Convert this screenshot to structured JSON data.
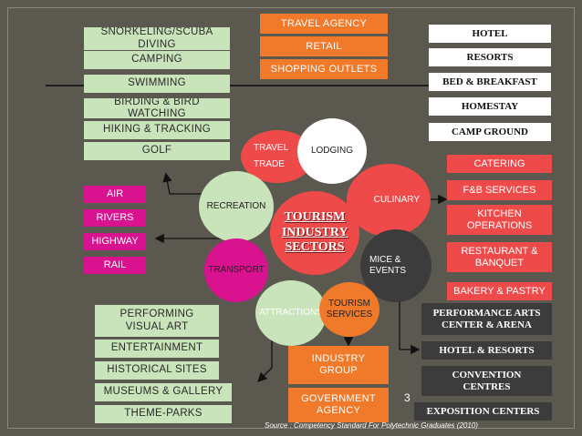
{
  "left_group": [
    "SNORKELING/SCUBA DIVING",
    "CAMPING",
    "SWIMMING",
    "BIRDING & BIRD WATCHING",
    "HIKING & TRACKING",
    "GOLF"
  ],
  "top_center": [
    "TRAVEL AGENCY",
    "RETAIL",
    "SHOPPING OUTLETS"
  ],
  "right_top": [
    "HOTEL",
    "RESORTS",
    "BED & BREAKFAST",
    "HOMESTAY",
    "CAMP GROUND"
  ],
  "right_red": [
    "CATERING",
    "F&B SERVICES",
    "KITCHEN OPERATIONS",
    "RESTAURANT & BANQUET",
    "BAKERY & PASTRY"
  ],
  "transport_items": [
    "AIR",
    "RIVERS",
    "HIGHWAY",
    "RAIL"
  ],
  "bottom_left": [
    "PERFORMING VISUAL ART",
    "ENTERTAINMENT",
    "HISTORICAL SITES",
    "MUSEUMS & GALLERY",
    "THEME-PARKS"
  ],
  "bottom_center": [
    "INDUSTRY GROUP",
    "GOVERNMENT AGENCY"
  ],
  "bottom_right": [
    "PERFORMANCE ARTS CENTER & ARENA",
    "HOTEL & RESORTS",
    "CONVENTION CENTRES",
    "EXPOSITION CENTERS"
  ],
  "circles": {
    "center": "TOURISM INDUSTRY SECTORS",
    "travel_trade_1": "TRAVEL",
    "travel_trade_2": "TRADE",
    "lodging": "LODGING",
    "recreation": "RECREATION",
    "culinary": "CULINARY",
    "transport": "TRANSPORT",
    "mice_1": "MICE &",
    "mice_2": "EVENTS",
    "attractions": "ATTRACTIONS",
    "tourism_services_1": "TOURISM",
    "tourism_services_2": "SERVICES"
  },
  "page_number": "3",
  "source": "Source : Competency Standard For Polytechnic Graduates (2010)",
  "colors": {
    "background": "#5b584f",
    "green": "#c9e3ba",
    "orange": "#f07a2a",
    "magenta": "#d9128f",
    "red": "#ee4a4a",
    "dark": "#3c3c3c"
  }
}
